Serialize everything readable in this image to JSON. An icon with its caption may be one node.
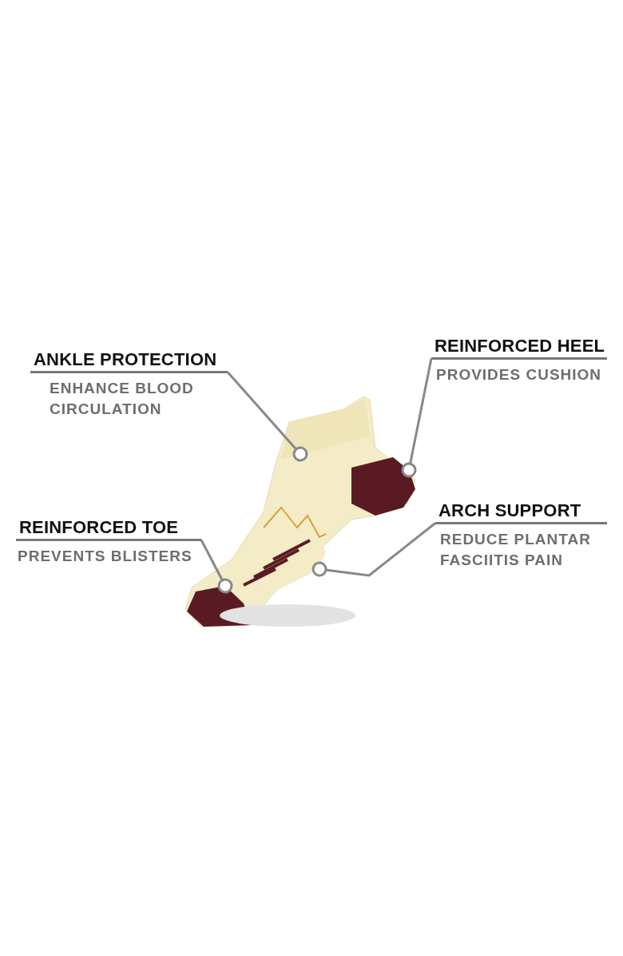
{
  "diagram": {
    "nodes": [
      {
        "text": [
          "ANKLE PROTECTION",
          "ENHANCE BLOOD CIRCULATION"
        ]
      },
      {
        "text": [
          "REINFORCED HEEL",
          "PROVIDES CUSHION"
        ]
      },
      {
        "text": [
          "REINFORCED TOE",
          "PREVENTS BLISTERS"
        ]
      },
      {
        "text": [
          "ARCH SUPPORT",
          "REDUCE PLANTAR FASCIITIS PAIN"
        ]
      },
      {
        "text": [],
        "shape": "picture"
      },
      {
        "text": [],
        "shape": "picture"
      },
      {
        "text": [],
        "shape": "picture"
      },
      {
        "text": [],
        "shape": "picture"
      }
    ],
    "edges": [
      {
        "from": 0,
        "to": 4,
        "arrow": "other"
      },
      {
        "from": 1,
        "to": 5,
        "arrow": "other"
      },
      {
        "from": 2,
        "to": 6,
        "arrow": "other"
      },
      {
        "from": 3,
        "to": 7,
        "arrow": "other"
      }
    ]
  }
}
